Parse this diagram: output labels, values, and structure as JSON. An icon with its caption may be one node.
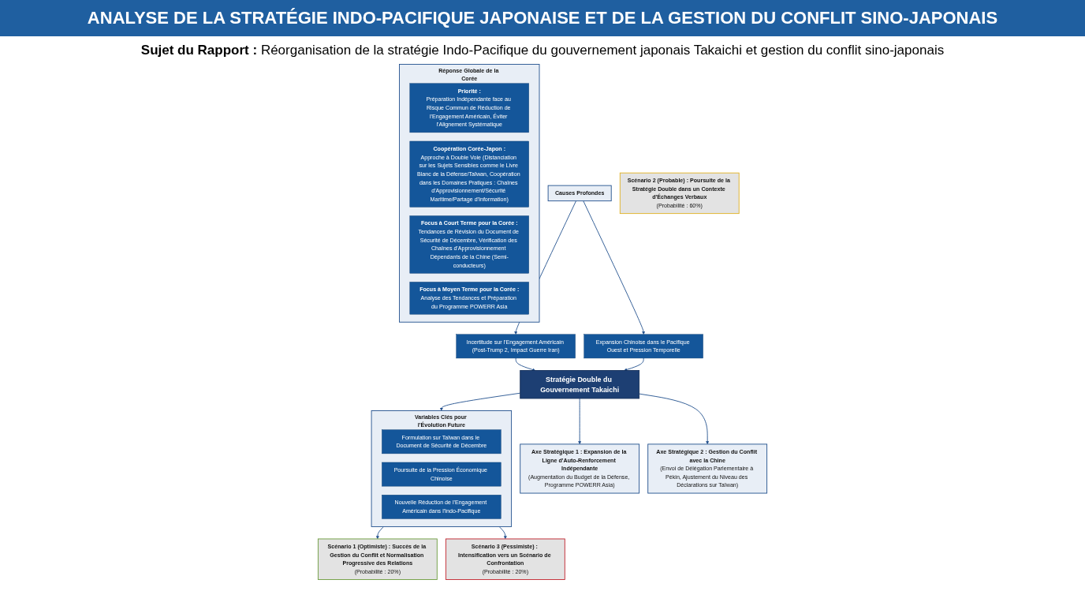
{
  "diagram": {
    "title": "ANALYSE DE LA STRATÉGIE INDO-PACIFIQUE JAPONAISE ET DE LA GESTION DU CONFLIT SINO-JAPONAIS",
    "nodes": [
      {
        "text": [
          "Causes Profondes"
        ]
      },
      {
        "text": [
          "Incertitude sur l'Engagement Américain (Post-Trump 2, Impact Guerre Iran)"
        ]
      },
      {
        "text": [
          "Expansion Chinoise dans le Pacifique Ouest et Pression Temporelle"
        ]
      },
      {
        "text": [
          "Axe Stratégique 1 : Expansion de la Ligne d'Auto-Renforcement Indépendante",
          "(Augmentation du Budget de la Défense, Programme POWERR Asia)"
        ]
      },
      {
        "text": [
          "Stratégie Double du Gouvernement Takaichi"
        ]
      },
      {
        "text": [
          "Axe Stratégique 2 : Gestion du Conflit avec la Chine",
          "(Envoi de Délégation Parlementaire à Pékin, Ajustement du Niveau des Déclarations sur Taïwan)"
        ]
      },
      {
        "text": [
          "Variables Clés pour l'Évolution Future"
        ]
      },
      {
        "text": [
          "Formulation sur Taïwan dans le Document de Sécurité de Décembre"
        ],
        "in": 6
      },
      {
        "text": [
          "Poursuite de la Pression Économique Chinoise"
        ],
        "in": 6
      },
      {
        "text": [
          "Nouvelle Réduction de l'Engagement Américain dans l'Indo-Pacifique"
        ],
        "in": 6
      },
      {
        "text": [
          "Scénario 1 (Optimiste) : Succès de la Gestion du Conflit et Normalisation Progressive des Relations",
          "(Probabilité : 20%)"
        ]
      },
      {
        "text": [
          "Scénario 2 (Probable) : Poursuite de la Stratégie Double dans un Contexte d'Échanges Verbaux",
          "(Probabilité : 60%)"
        ]
      },
      {
        "text": [
          "Scénario 3 (Pessimiste) : Intensification vers un Scénario de Confrontation",
          "(Probabilité : 20%)"
        ]
      },
      {
        "text": [
          "Réponse Globale de la Corée"
        ]
      },
      {
        "text": [
          "Priorité :",
          "Préparation Indépendante face au Risque Commun de Réduction de l'Engagement Américain, Éviter l'Alignement Systématique"
        ],
        "in": 13
      },
      {
        "text": [
          "Coopération Corée-Japon :",
          "Approche à Double Voie (Distanciation sur les Sujets Sensibles comme le Livre Blanc de la Défense/Taïwan, Coopération dans les Domaines Pratiques : Chaînes d'Approvisionnement/Sécurité Maritime/Partage d'Information)"
        ],
        "in": 13
      },
      {
        "text": [
          "Focus à Court Terme pour la Corée :",
          "Tendances de Révision du Document de Sécurité de Décembre, Vérification des Chaînes d'Approvisionnement Dépendants de la Chine (Semi-conducteurs)"
        ],
        "in": 13
      },
      {
        "text": [
          "Focus à Moyen Terme pour la Corée :",
          "Analyse des Tendances et Préparation du Programme POWERR Asia"
        ],
        "in": 13
      }
    ],
    "edges": [
      {
        "from": 0,
        "to": 1,
        "arrow": "to"
      },
      {
        "from": 0,
        "to": 2,
        "arrow": "to"
      },
      {
        "from": 1,
        "to": 4,
        "arrow": "to"
      },
      {
        "from": 2,
        "to": 4,
        "arrow": "to"
      },
      {
        "from": 4,
        "to": 3,
        "arrow": "to"
      },
      {
        "from": 4,
        "to": 5,
        "arrow": "to"
      },
      {
        "from": 4,
        "to": 6,
        "arrow": "to"
      },
      {
        "from": 6,
        "to": 10,
        "arrow": "to"
      },
      {
        "from": 6,
        "to": 12,
        "arrow": "to"
      }
    ],
    "labels": [
      "Sujet du Rapport :",
      "Réorganisation de la stratégie Indo-Pacifique du gouvernement japonais Takaichi et gestion du conflit sino-japonais"
    ]
  }
}
